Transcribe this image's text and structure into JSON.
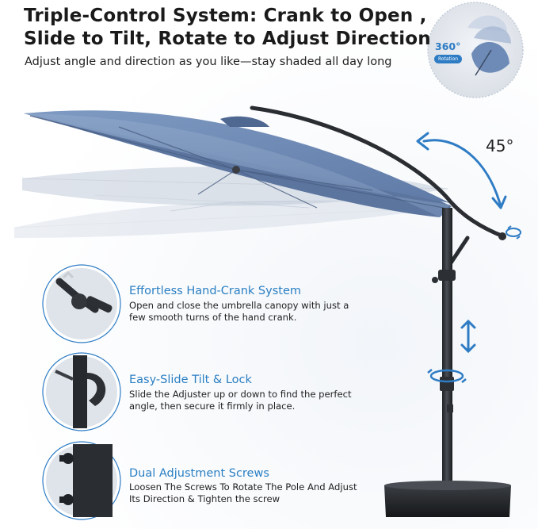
{
  "header": {
    "title_line1": "Triple-Control System: Crank to Open ,",
    "title_line2": "Slide to Tilt, Rotate to Adjust Direction",
    "subtitle": "Adjust angle and direction as you like—stay shaded all day long"
  },
  "rotation_badge": {
    "degrees": "360°",
    "label": "Rotation",
    "icon": "rotating-umbrella-icon"
  },
  "tilt_indicator": {
    "angle": "45°",
    "icon": "curved-arrow-icon"
  },
  "features": [
    {
      "title": "Effortless Hand-Crank System",
      "description": "Open and close the umbrella canopy with just a few smooth turns of the hand crank.",
      "icon": "hand-crank-icon"
    },
    {
      "title": "Easy-Slide Tilt & Lock",
      "description": "Slide the Adjuster up or down to find the perfect angle, then secure it firmly in place.",
      "icon": "slide-lock-icon"
    },
    {
      "title": "Dual Adjustment Screws",
      "description": "Loosen The Screws To Rotate The Pole And Adjust Its Direction & Tighten the screw",
      "icon": "adjustment-screws-icon"
    }
  ],
  "colors": {
    "canopy": "#6e8bb4",
    "canopy_dark": "#57709a",
    "frame": "#2c2f33",
    "accent": "#2a7fc3",
    "title": "#1a1a1a"
  }
}
